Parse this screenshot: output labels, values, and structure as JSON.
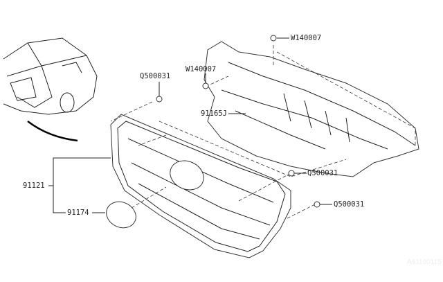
{
  "diagram": {
    "labels": {
      "clip_top": "W140007",
      "clip_left": "W140007",
      "screw_top_left": "Q500031",
      "cover": "91165J",
      "grille_assembly": "91121",
      "emblem": "91174",
      "screw_mid_right": "Q500031",
      "screw_low_right": "Q500031"
    },
    "watermark": "A91100115"
  }
}
